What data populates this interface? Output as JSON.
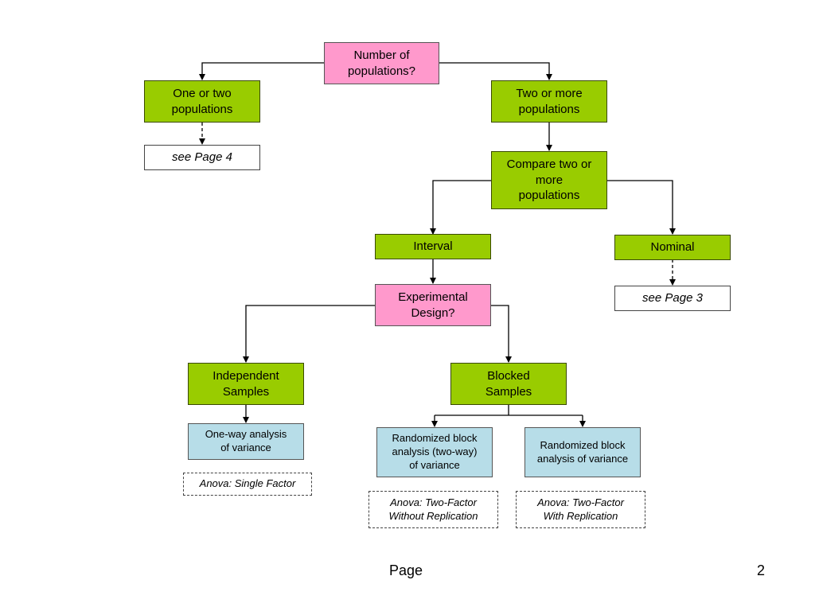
{
  "nodes": {
    "number_of_populations": "Number of\npopulations?",
    "one_or_two": "One or two\npopulations",
    "two_or_more": "Two or more\npopulations",
    "see_page_4": "see Page 4",
    "compare": "Compare two or\nmore\npopulations",
    "interval": "Interval",
    "nominal": "Nominal",
    "see_page_3": "see Page 3",
    "experimental_design": "Experimental\nDesign?",
    "independent_samples": "Independent\nSamples",
    "blocked_samples": "Blocked\nSamples",
    "one_way_anova": "One-way analysis\nof variance",
    "randomized_two_way": "Randomized block\nanalysis (two-way)\nof variance",
    "randomized_block": "Randomized block\nanalysis of variance",
    "anova_single": "Anova: Single Factor",
    "anova_two_without": "Anova: Two-Factor\nWithout Replication",
    "anova_two_with": "Anova: Two-Factor\nWith Replication"
  },
  "footer": {
    "label": "Page",
    "number": "2"
  },
  "colors": {
    "decision": "#ff99cc",
    "category": "#99cc00",
    "method": "#b7dde8",
    "reference": "#ffffff"
  }
}
